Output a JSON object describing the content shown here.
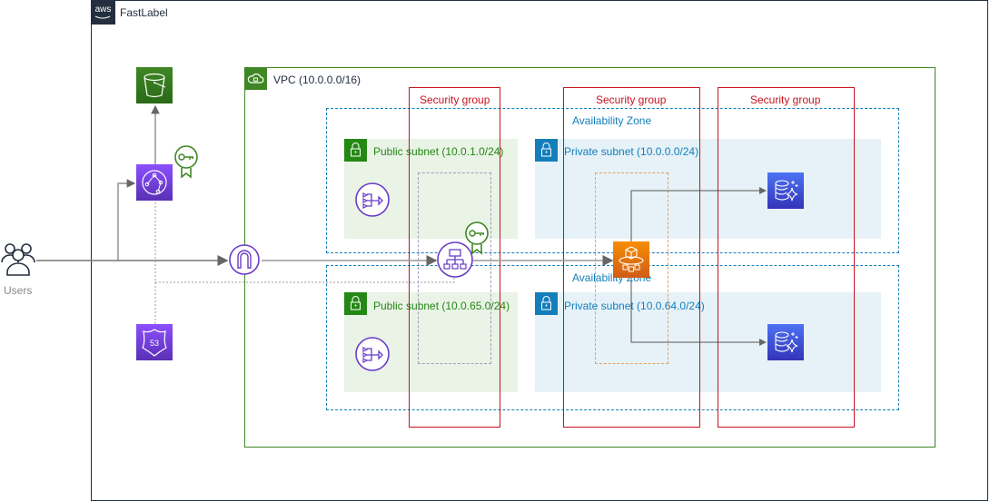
{
  "cloud": {
    "title": "FastLabel",
    "badge": "aws"
  },
  "users": {
    "label": "Users"
  },
  "vpc": {
    "label": "VPC (10.0.0.0/16)"
  },
  "security_groups": [
    {
      "label": "Security group"
    },
    {
      "label": "Security group"
    },
    {
      "label": "Security group"
    }
  ],
  "availability_zones": [
    {
      "label": "Availability Zone"
    },
    {
      "label": "Availability Zone"
    }
  ],
  "subnets": [
    {
      "label": "Public subnet (10.0.1.0/24)",
      "type": "public"
    },
    {
      "label": "Private subnet (10.0.0.0/24)",
      "type": "private"
    },
    {
      "label": "Public subnet (10.0.65.0/24)",
      "type": "public"
    },
    {
      "label": "Private subnet (10.0.64.0/24)",
      "type": "private"
    }
  ],
  "icons": {
    "s3": "s3-bucket-icon",
    "cloudfront": "cloudfront-icon",
    "acm_cloudfront": "certificate-icon",
    "route53": "route53-icon",
    "igw": "internet-gateway-icon",
    "alb": "load-balancer-icon",
    "acm_alb": "certificate-icon",
    "nat1": "nat-gateway-icon",
    "nat2": "nat-gateway-icon",
    "ecs": "ecs-fargate-icon",
    "aurora1": "aurora-icon",
    "aurora2": "aurora-icon"
  },
  "colors": {
    "cloud_border": "#232f3e",
    "vpc": "#3f8624",
    "security_group": "#c7131f",
    "az": "#147eba",
    "public_subnet_bg": "#e9f3e6",
    "private_subnet_bg": "#e6f2f8",
    "public_subnet_accent": "#248814",
    "private_subnet_accent": "#147eba",
    "network_purple": "#693cc5",
    "compute_orange": "#ed7100",
    "db_blue": "#3b48cc",
    "storage_green": "#3f8624"
  }
}
